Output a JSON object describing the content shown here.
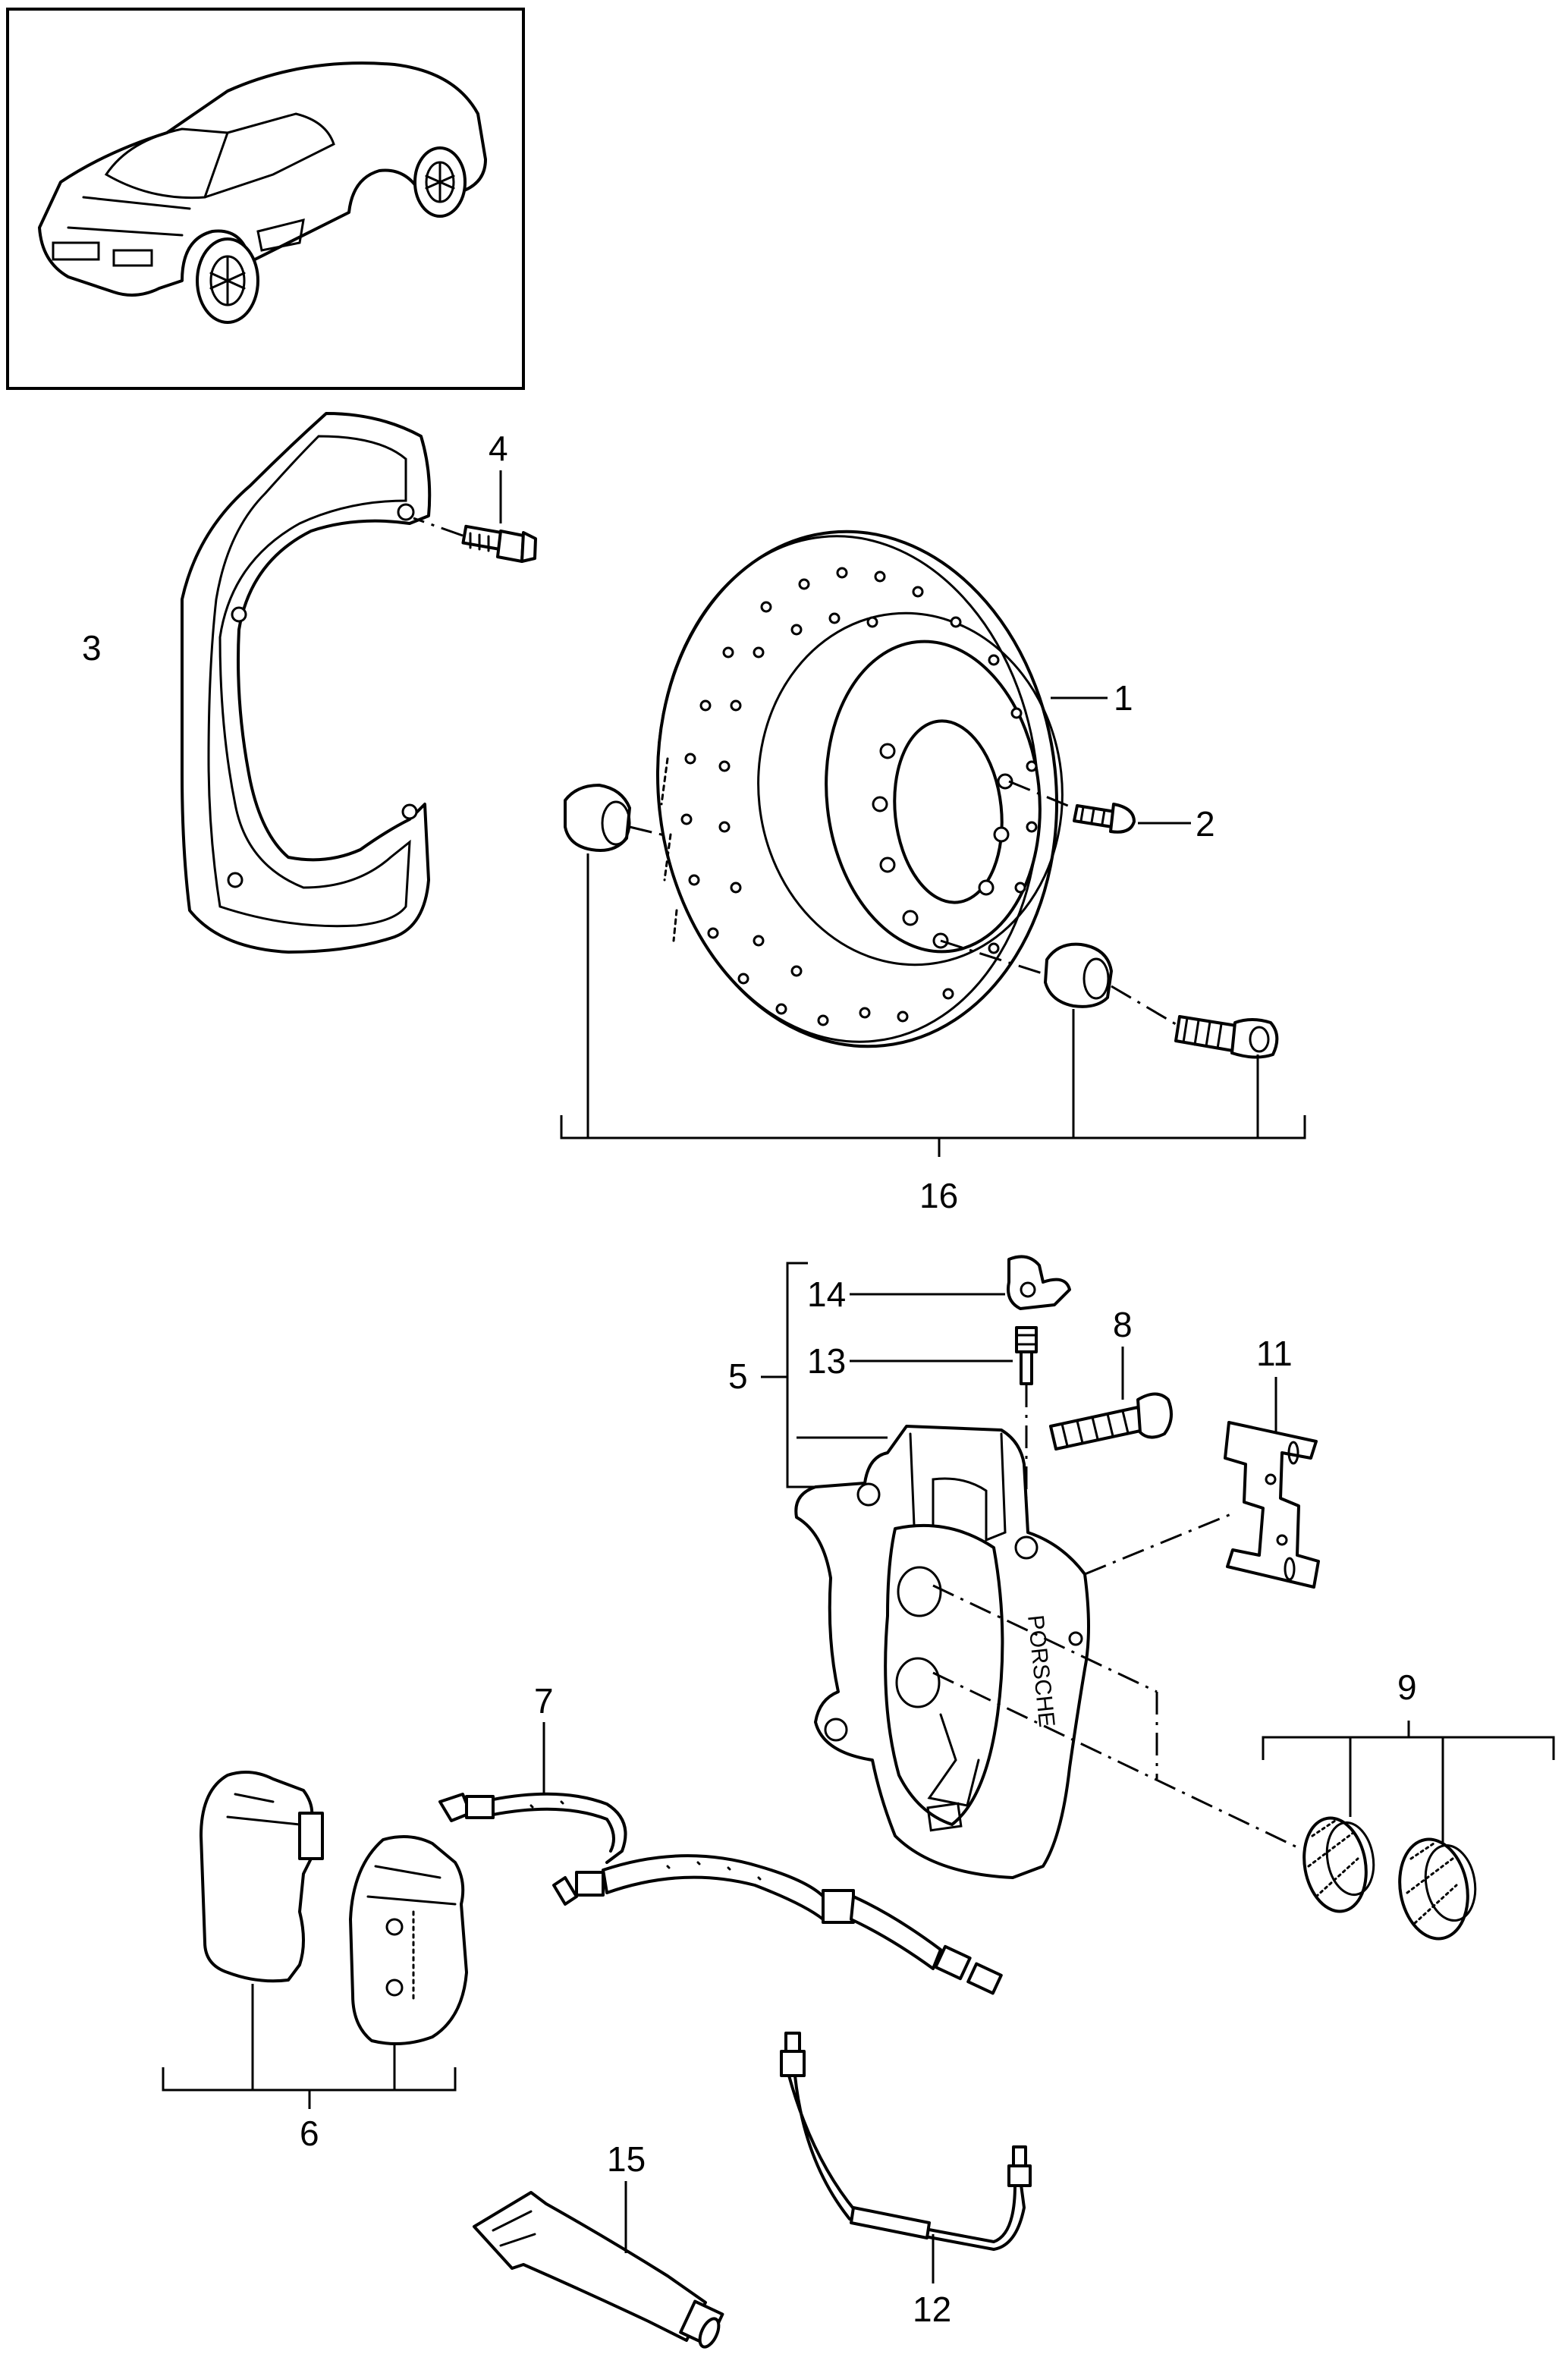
{
  "callouts": {
    "c1": "1",
    "c2": "2",
    "c3": "3",
    "c4": "4",
    "c5": "5",
    "c6": "6",
    "c7": "7",
    "c8": "8",
    "c9": "9",
    "c11": "11",
    "c12": "12",
    "c13": "13",
    "c14": "14",
    "c15": "15",
    "c16": "16"
  },
  "caliper_text": "PORSCHE",
  "colors": {
    "line": "#000000",
    "background": "#ffffff"
  }
}
